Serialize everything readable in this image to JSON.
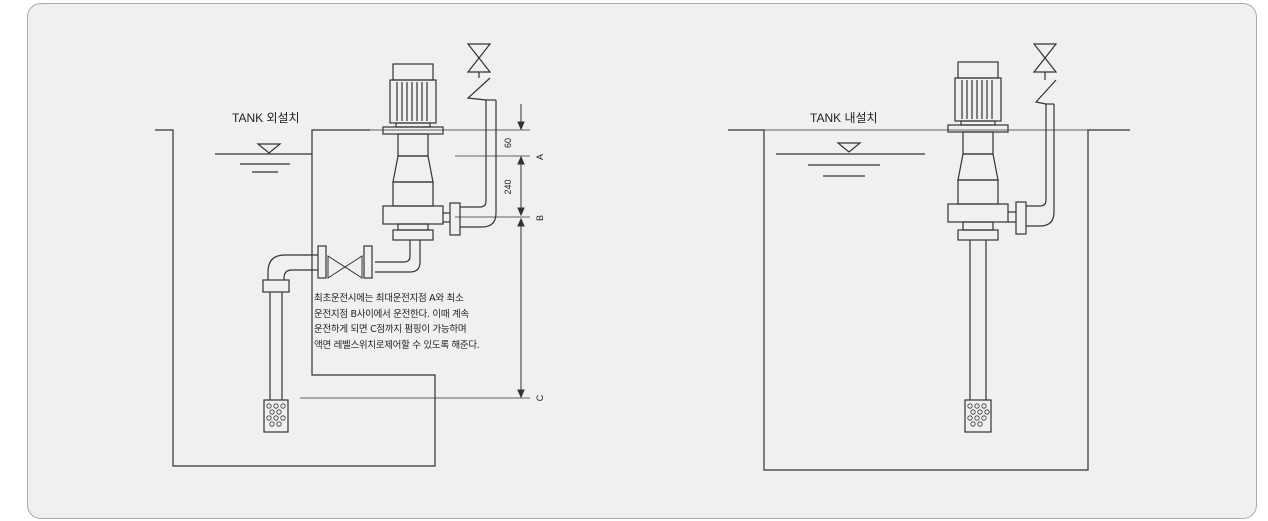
{
  "diagram": {
    "left_tank_label": "TANK 외설치",
    "right_tank_label": "TANK 내설치",
    "dim_top": "60",
    "dim_mid": "240",
    "point_a": "A",
    "point_b": "B",
    "point_c": "C",
    "note_lines": [
      "최초운전시에는 최대운전지점 A와 최소",
      "운전지점 B사이에서 운전한다. 이때 계속",
      "운전하게 되면 C점까지 펌핑이 가능하며",
      "액면 레벨스위치로제어할 수 있도록 해준다."
    ]
  }
}
